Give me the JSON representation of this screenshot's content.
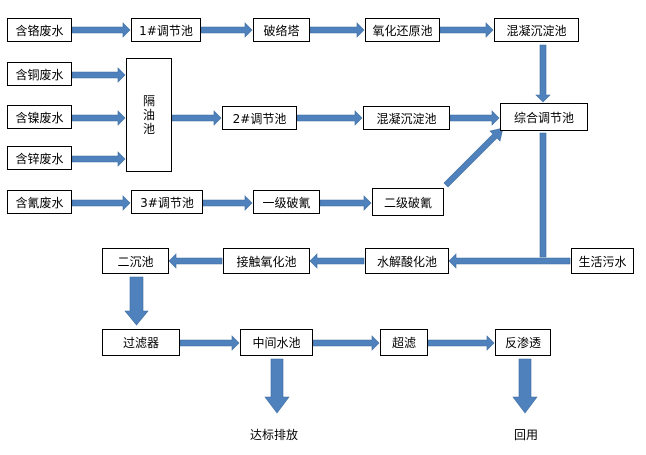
{
  "nodes": {
    "chrome_waste": "含铬废水",
    "adjust1": "1#调节池",
    "breaker_tower": "破络塔",
    "redox_pool": "氧化还原池",
    "coag_settle_1": "混凝沉淀池",
    "copper_waste": "含铜废水",
    "nickel_waste": "含镍废水",
    "zinc_waste": "含锌废水",
    "oil_separator": [
      "隔",
      "油",
      "池"
    ],
    "adjust2": "2#调节池",
    "coag_settle_2": "混凝沉淀池",
    "comprehensive_adjust": "综合调节池",
    "cyanide_waste": "含氰废水",
    "adjust3": "3#调节池",
    "cyanide_break_1": "一级破氰",
    "cyanide_break_2": "二级破氰",
    "secondary_settle": "二沉池",
    "contact_oxidation": "接触氧化池",
    "hydrolysis_acid": "水解酸化池",
    "domestic_sewage": "生活污水",
    "filter": "过滤器",
    "intermediate_pool": "中间水池",
    "ultrafiltration": "超滤",
    "reverse_osmosis": "反渗透"
  },
  "outputs": {
    "discharge": "达标排放",
    "reuse": "回用"
  },
  "colors": {
    "arrow": "#4f81bd",
    "arrow_edge": "#3a6a9e",
    "box_border": "#000000"
  }
}
